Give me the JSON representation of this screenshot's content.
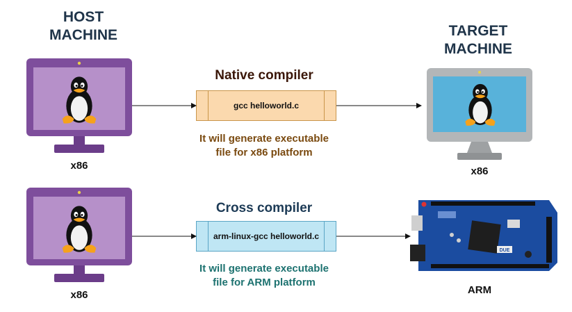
{
  "host": {
    "heading": "HOST\nMACHINE",
    "platform_top": "x86",
    "platform_bottom": "x86"
  },
  "target": {
    "heading": "TARGET\nMACHINE",
    "platform_top": "x86",
    "platform_bottom": "ARM",
    "board_silkscreen": "DUE"
  },
  "native": {
    "title": "Native compiler",
    "command": "gcc helloworld.c",
    "description": "It will generate executable\nfile for x86 platform",
    "title_color": "#3a1608",
    "desc_color": "#7a4a10",
    "box_fill": "#fbd9ae",
    "box_border": "#c9954a"
  },
  "cross": {
    "title": "Cross compiler",
    "command": "arm-linux-gcc helloworld.c",
    "description": "It will generate executable\nfile for ARM platform",
    "title_color": "#1d3b56",
    "desc_color": "#1d7270",
    "box_fill": "#bfe6f4",
    "box_border": "#5aa5c5"
  },
  "colors": {
    "host_monitor": "#7e4e9c",
    "host_screen": "#b690c9",
    "target_monitor": "#b3b6b8",
    "target_screen": "#58b2da",
    "board": "#1b4ca0"
  },
  "icons": [
    "tux-penguin-icon",
    "monitor-icon",
    "arduino-board-icon"
  ]
}
